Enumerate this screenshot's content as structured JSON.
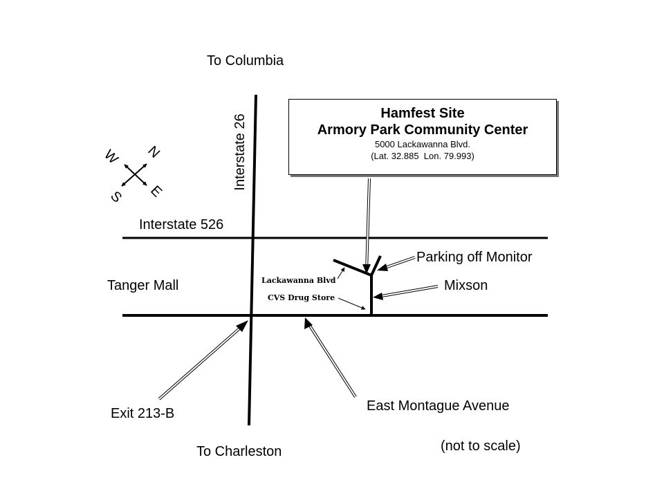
{
  "labels": {
    "to_columbia": "To Columbia",
    "to_charleston": "To Charleston",
    "interstate_26": "Interstate 26",
    "interstate_526": "Interstate 526",
    "tanger_mall": "Tanger Mall",
    "exit": "Exit 213-B",
    "east_montague": "East Montague Avenue",
    "parking": "Parking off Monitor",
    "mixson": "Mixson",
    "lackawanna": "Lackawanna Blvd",
    "cvs": "CVS Drug Store",
    "not_to_scale": "(not to scale)"
  },
  "hamfest": {
    "title": "Hamfest Site",
    "name": "Armory Park Community Center",
    "address": "5000 Lackawanna Blvd.",
    "coords": "(Lat. 32.885  Lon. 79.993)"
  },
  "compass": {
    "n": "N",
    "s": "S",
    "e": "E",
    "w": "W"
  }
}
